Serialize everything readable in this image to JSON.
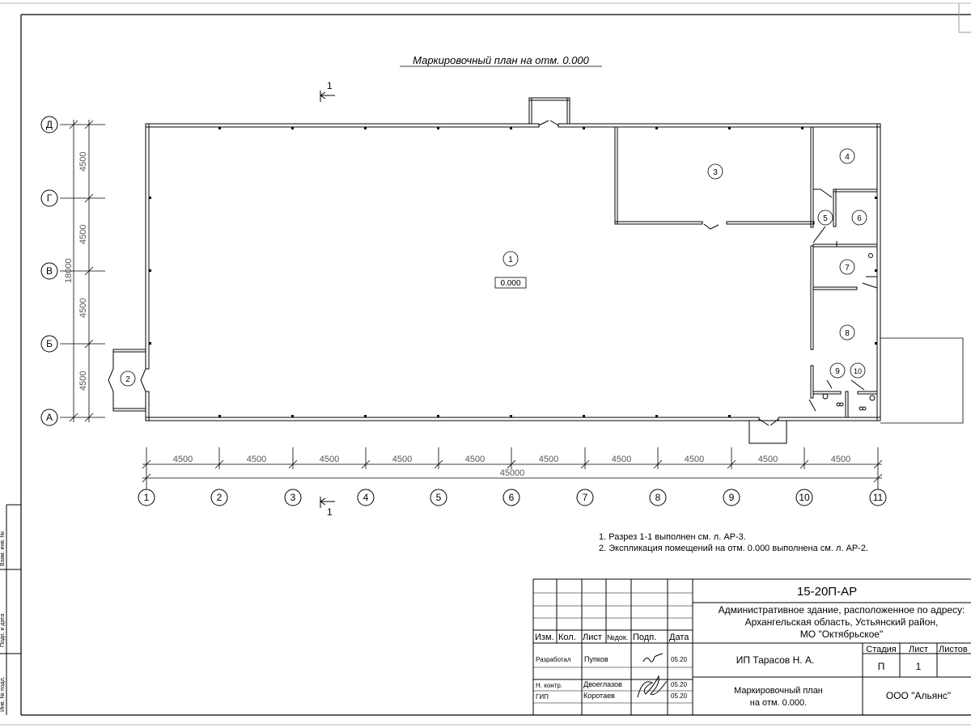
{
  "plan": {
    "title": "Маркировочный план на отм. 0.000",
    "section_mark": "1",
    "elevation": "0.000"
  },
  "axes": {
    "vertical_labels": [
      "1",
      "2",
      "3",
      "4",
      "5",
      "6",
      "7",
      "8",
      "9",
      "10",
      "11"
    ],
    "horizontal_labels": [
      "Д",
      "Г",
      "В",
      "Б",
      "А"
    ]
  },
  "dimensions": {
    "spans_x": [
      "4500",
      "4500",
      "4500",
      "4500",
      "4500",
      "4500",
      "4500",
      "4500",
      "4500",
      "4500"
    ],
    "total_x": "45000",
    "spans_y": [
      "4500",
      "4500",
      "4500",
      "4500"
    ],
    "total_y": "18000"
  },
  "rooms": [
    "1",
    "2",
    "3",
    "4",
    "5",
    "6",
    "7",
    "8",
    "9",
    "10"
  ],
  "notes": [
    "1. Разрез 1-1 выполнен см. л. АР-3.",
    "2. Экспликация помещений на отм. 0.000 выполнена см. л. АР-2."
  ],
  "title_block": {
    "code": "15-20П-АР",
    "project_lines": [
      "Административное здание, расположенное по адресу:",
      "Архангельская область, Устьянский район,",
      "МО \"Октябрьское\""
    ],
    "col_headers": [
      "Изм.",
      "Кол.",
      "Лист",
      "№док.",
      "Подп.",
      "Дата"
    ],
    "stage_headers": [
      "Стадия",
      "Лист",
      "Листов"
    ],
    "stage_values": [
      "П",
      "1",
      ""
    ],
    "sign_rows": [
      {
        "role": "Разработал",
        "name": "Пупков",
        "date": "05.20"
      },
      {
        "role": "Н. контр.",
        "name": "Двоеглазов",
        "date": "05.20"
      },
      {
        "role": "ГИП",
        "name": "Коротаев",
        "date": "05.20"
      }
    ],
    "organization_author": "ИП Тарасов Н. А.",
    "sheet_title_lines": [
      "Маркировочный план",
      "на отм. 0.000."
    ],
    "company": "ООО \"Альянс\""
  },
  "side_stamp": [
    "Взам. инв. №",
    "Подп. и дата",
    "Инв. № подл."
  ]
}
